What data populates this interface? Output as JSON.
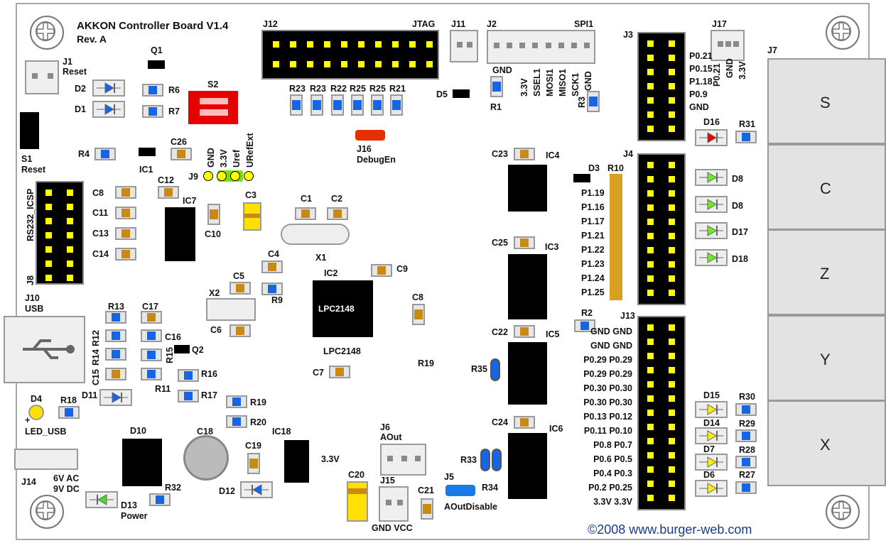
{
  "colors": {
    "resistor": "#1565e6",
    "capacitor": "#c88a14",
    "header": "#000000",
    "pin": "#ffff00",
    "copyright": "#1a3b8c"
  },
  "title": "AKKON Controller  Board V1.4",
  "revision": "Rev. A",
  "copyright": "©2008 www.burger-web.com",
  "chip_text": "LPC2148",
  "terminal_j7": [
    "S",
    "C",
    "Z",
    "Y",
    "X"
  ],
  "labels": {
    "J1": "J1",
    "Reset1": "Reset",
    "D2": "D2",
    "D1": "D1",
    "Q1": "Q1",
    "R6": "R6",
    "R7": "R7",
    "S2": "S2",
    "S1": "S1",
    "Reset2": "Reset",
    "R4": "R4",
    "IC1": "IC1",
    "C26": "C26",
    "J9": "J9",
    "J9_GND": "GND",
    "J9_33": "3.3V",
    "J9_Uref": "Uref",
    "J9_URefExt": "URefExt",
    "C12": "C12",
    "C8a": "C8",
    "C11": "C11",
    "C13": "C13",
    "C14": "C14",
    "IC7": "IC7",
    "C3": "C3",
    "C10": "C10",
    "C1": "C1",
    "C2": "C2",
    "X1": "X1",
    "C4": "C4",
    "C9": "C9",
    "C5": "C5",
    "R9": "R9",
    "X2": "X2",
    "C6": "C6",
    "IC2": "IC2",
    "LPC": "LPC2148",
    "C8b": "C8",
    "R19a": "R19",
    "C7": "C7",
    "J12": "J12",
    "JTAG": "JTAG",
    "R23a": "R23",
    "R23b": "R23",
    "R22": "R22",
    "R25a": "R25",
    "R25b": "R25",
    "R21": "R21",
    "J16": "J16",
    "DebugEn": "DebugEn",
    "J11": "J11",
    "J2": "J2",
    "SPI1": "SPI1",
    "J2_GND": "GND",
    "J2_33": "3.3V",
    "SSEL1": "SSEL1",
    "MOSI1": "MOSI1",
    "MISO1": "MISO1",
    "SCK1": "SCK1",
    "J2_GND2": "GND",
    "R1": "R1",
    "D5": "D5",
    "R3": "R3",
    "C23": "C23",
    "IC4": "IC4",
    "D3": "D3",
    "R10": "R10",
    "P119": "P1.19",
    "P116": "P1.16",
    "P117": "P1.17",
    "P121": "P1.21",
    "P122": "P1.22",
    "P123": "P1.23",
    "P124": "P1.24",
    "P125": "P1.25",
    "C25": "C25",
    "IC3": "IC3",
    "R2": "R2",
    "C22": "C22",
    "IC5": "IC5",
    "R35": "R35",
    "C24": "C24",
    "IC6": "IC6",
    "R33": "R33",
    "R34": "R34",
    "J6": "J6",
    "AOut": "AOut",
    "J15": "J15",
    "GNDVCC": "GND VCC",
    "C20": "C20",
    "C21": "C21",
    "J5": "J5",
    "AOutDisable": "AOutDisable",
    "J3": "J3",
    "J3_1": "P0.21",
    "J3_2": "P0.15",
    "J3_3": "P1.18",
    "J3_4": "P0.9",
    "J3_5": "GND",
    "J17": "J17",
    "J17_1": "P0.21",
    "J17_2": "GND",
    "J17_3": "3.3V",
    "J7": "J7",
    "D16": "D16",
    "R31": "R31",
    "J4": "J4",
    "D8a": "D8",
    "D8b": "D8",
    "D17": "D17",
    "D18": "D18",
    "J13": "J13",
    "D15": "D15",
    "D14": "D14",
    "D7": "D7",
    "D6": "D6",
    "R30": "R30",
    "R29": "R29",
    "R28": "R28",
    "R27": "R27",
    "J10": "J10",
    "USB": "USB",
    "R13": "R13",
    "C17": "C17",
    "R12": "R12",
    "C16": "C16",
    "R14": "R14",
    "C15": "C15",
    "R15": "R15",
    "Q2": "Q2",
    "R16": "R16",
    "R11": "R11",
    "R17": "R17",
    "D11": "D11",
    "D4": "D4",
    "plus": "+",
    "LED_USB": "LED_USB",
    "R18": "R18",
    "R19b": "R19",
    "R20": "R20",
    "J14": "J14",
    "ac": "6V AC",
    "dc": "9V DC",
    "D10": "D10",
    "R32": "R32",
    "D13": "D13",
    "Power": "Power",
    "C18": "C18",
    "C19": "C19",
    "D12": "D12",
    "IC18": "IC18",
    "V33": "3.3V",
    "RS232": "RS232_ICSP",
    "J8": "J8"
  },
  "j13_pins": [
    "GND GND",
    "GND GND",
    "P0.29 P0.29",
    "P0.29 P0.29",
    "P0.30 P0.30",
    "P0.30 P0.30",
    "P0.13 P0.12",
    "P0.11 P0.10",
    "P0.8 P0.7",
    "P0.6 P0.5",
    "P0.4 P0.3",
    "P0.2 P0.25",
    "3.3V 3.3V"
  ]
}
